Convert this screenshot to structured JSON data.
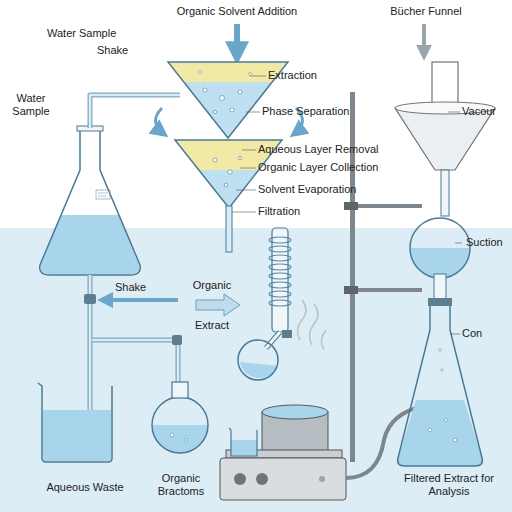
{
  "diagram": {
    "labels": [
      "Water Sample",
      "Shake",
      "Organic Solvent Addition",
      "Extraction",
      "Phase Separation",
      "Aqueous Layer Removal",
      "Organic Layer Collection",
      "Solvent Evaporation",
      "Filtration",
      "Bücher Funnel",
      "Vacour",
      "Water Sample",
      "Suction",
      "Organic Extract",
      "Shake",
      "Con",
      "Aqueous Waste",
      "Organic Bractoms",
      "Filtered Extract for Analysis"
    ]
  }
}
